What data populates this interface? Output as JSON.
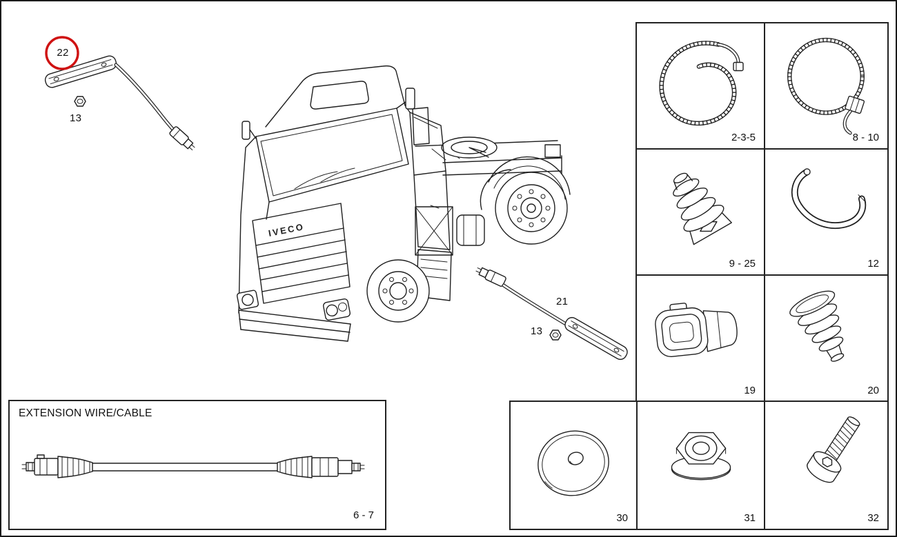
{
  "page": {
    "background": "#ffffff",
    "line_color": "#1f1f1f",
    "highlight_color": "#cf1212"
  },
  "truck": {
    "badge": "IVECO"
  },
  "callouts": {
    "part22": "22",
    "nut13_left": "13",
    "part21": "21",
    "nut13_right": "13"
  },
  "extension_box": {
    "title": "EXTENSION WIRE/CABLE",
    "ref": "6 - 7"
  },
  "grid": {
    "cells": [
      {
        "ref": "2-3-5",
        "part": "cable-tie"
      },
      {
        "ref": "8 - 10",
        "part": "band-clamp"
      },
      {
        "ref": "9 - 25",
        "part": "expansion-plug"
      },
      {
        "ref": "12",
        "part": "hook-bracket"
      },
      {
        "ref": "19",
        "part": "connector-housing"
      },
      {
        "ref": "20",
        "part": "ribbed-grommet"
      },
      {
        "ref": "30",
        "part": "washer-disc"
      },
      {
        "ref": "31",
        "part": "flange-nut"
      },
      {
        "ref": "32",
        "part": "socket-head-bolt"
      }
    ]
  }
}
